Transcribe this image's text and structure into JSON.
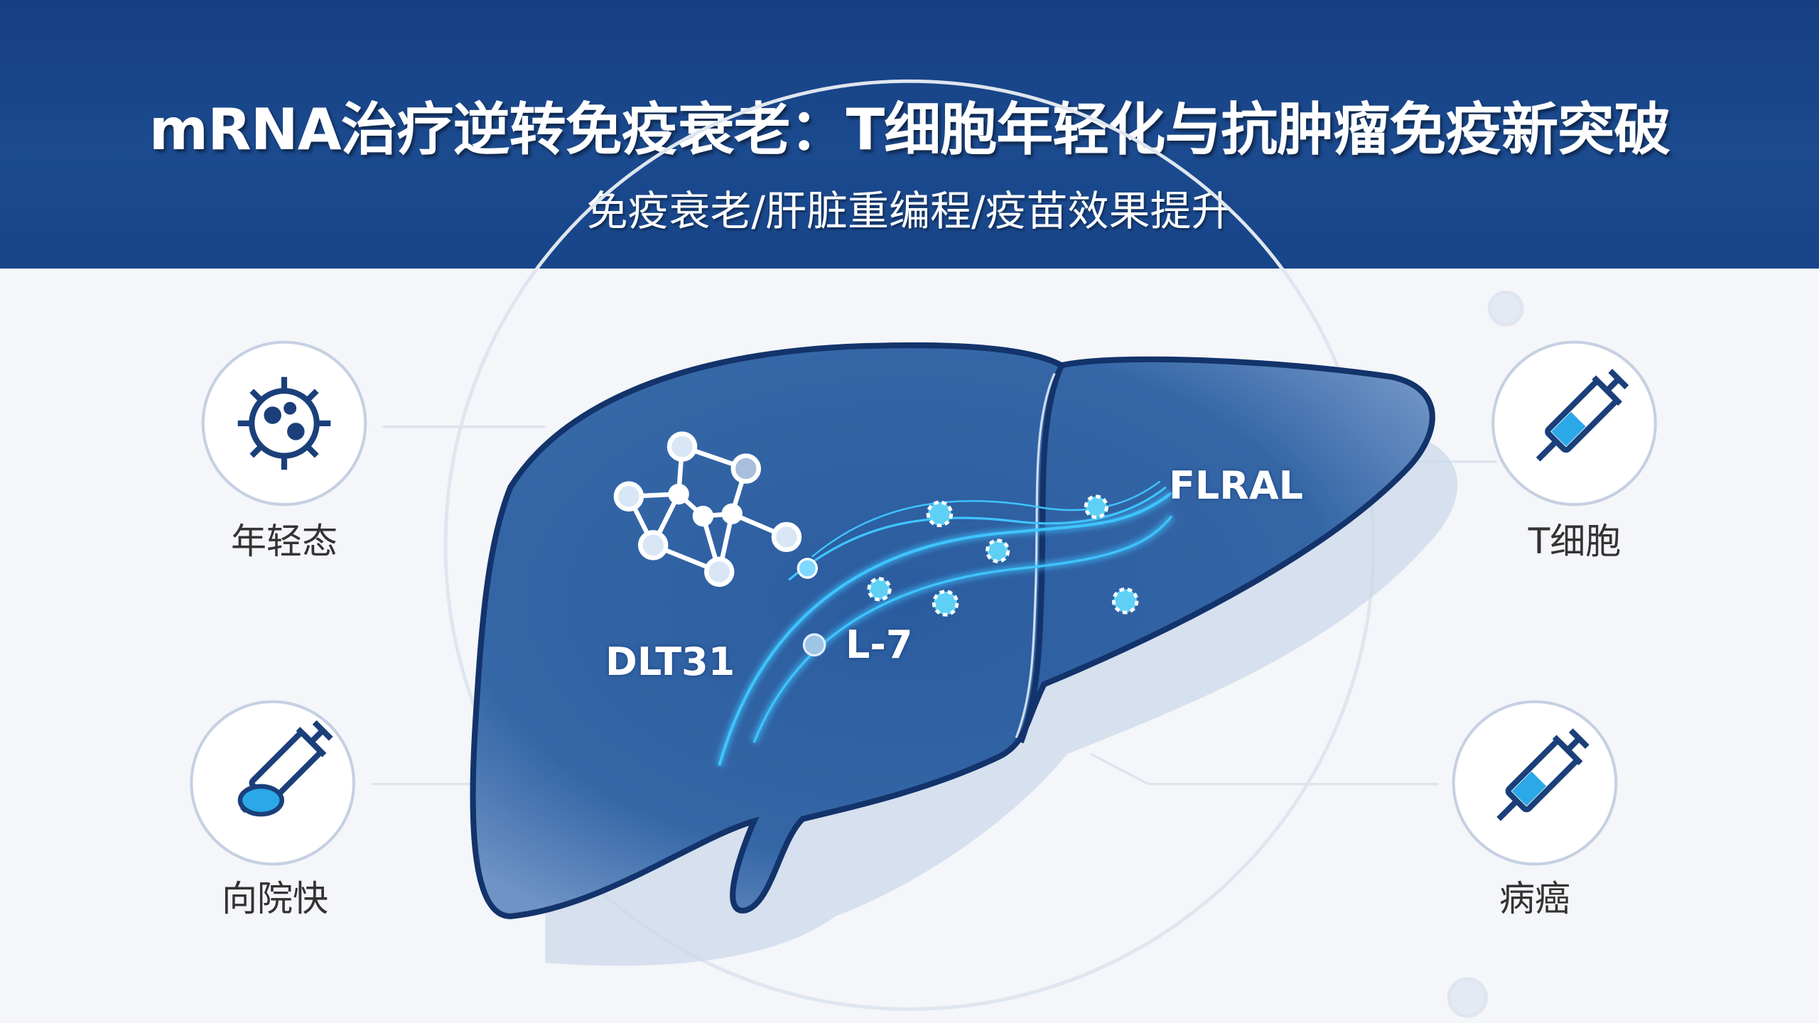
{
  "header": {
    "title": "mRNA治疗逆转免疫衰老：T细胞年轻化与抗肿瘤免疫新突破",
    "subtitle": "免疫衰老/肝脏重编程/疫苗效果提升"
  },
  "icons": [
    {
      "icon": "virus-icon",
      "label": "年轻态"
    },
    {
      "icon": "syringe-icon",
      "label": "T细胞"
    },
    {
      "icon": "syringe-drop-icon",
      "label": "向院快"
    },
    {
      "icon": "syringe-icon",
      "label": "病癌"
    }
  ],
  "liver_labels": {
    "left": "DLT31",
    "middle": "L-7",
    "right": "FLRAL"
  },
  "colors": {
    "header": "#1b4a8e",
    "liver": "#2f5f9e",
    "outline": "#13336b",
    "stream": "#3fc4ff"
  }
}
